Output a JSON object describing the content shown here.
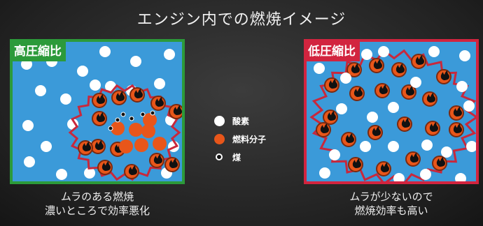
{
  "title": "エンジン内での燃焼イメージ",
  "left_panel": {
    "label": "高圧縮比",
    "caption_line1": "ムラのある燃焼",
    "caption_line2": "濃いところで効率悪化",
    "border_color": "#2c9a3a"
  },
  "right_panel": {
    "label": "低圧縮比",
    "caption_line1": "ムラが少ないので",
    "caption_line2": "燃焼効率も高い",
    "border_color": "#d2243f"
  },
  "legend": {
    "oxygen": "酸素",
    "fuel": "燃料分子",
    "soot": "煤"
  },
  "colors": {
    "background_fluid": "#3b9ad9",
    "oxygen": "#ffffff",
    "fuel": "#e8561a",
    "flame_front": "#c8283c"
  }
}
